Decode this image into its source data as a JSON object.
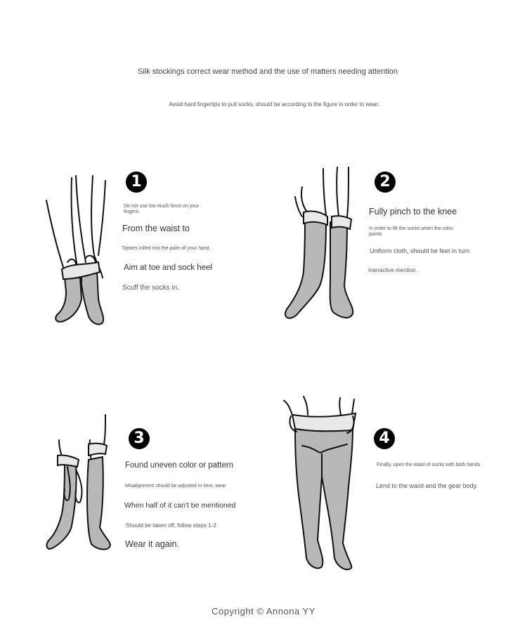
{
  "header": {
    "title": "Silk stockings correct wear method and the use of matters needing attention",
    "subtitle": "Avoid hard fingertips to pull socks, should be according to the figure in order to wear."
  },
  "steps": [
    {
      "number": "1",
      "lines": [
        "Do not use too much force on your fingers.",
        "From the waist to",
        "Tiptoes rolled into the palm of your hand.",
        "Aim at toe and sock heel",
        "Scuff the socks in."
      ]
    },
    {
      "number": "2",
      "lines": [
        "Fully pinch to the knee",
        "In order to lift the socks when the color points",
        "Uniform cloth, should be feet in turn",
        "Interactive mention."
      ]
    },
    {
      "number": "3",
      "lines": [
        "Found uneven color or pattern",
        "Misalignment should be adjusted in time, wear",
        "When half of it can't be mentioned",
        "Should be taken off, follow steps 1-2",
        "Wear it again."
      ]
    },
    {
      "number": "4",
      "lines": [
        "Finally, open the waist of socks with both hands",
        "Lend to the waist and the gear body."
      ]
    }
  ],
  "footer": {
    "copyright": "Copyright © Annona YY"
  },
  "colors": {
    "sock_fill": "#b8b8b8",
    "outline": "#111111",
    "badge": "#000000"
  }
}
